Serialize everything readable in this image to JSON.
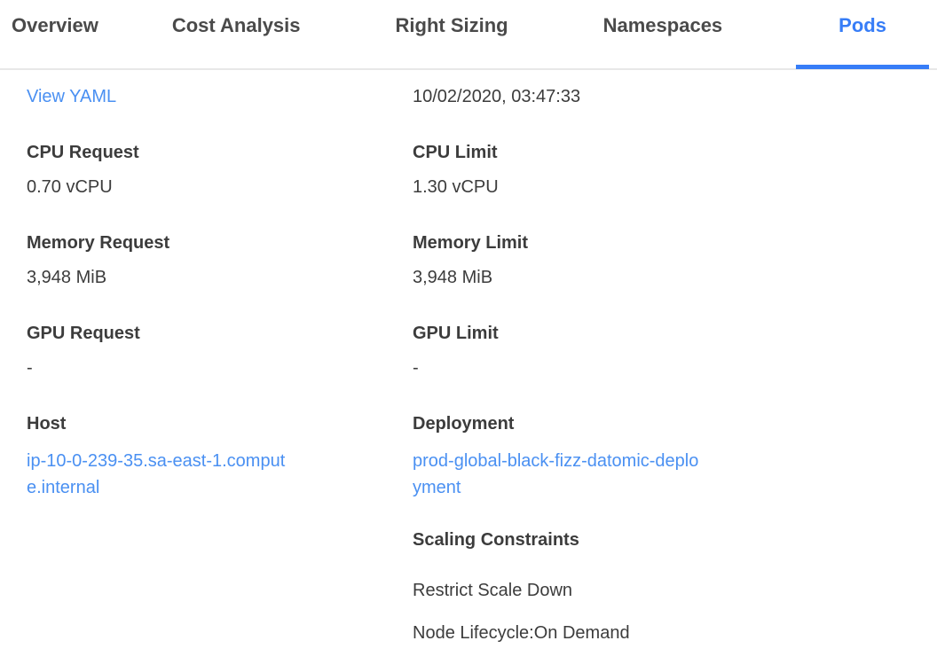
{
  "tabs": [
    {
      "label": "Overview",
      "active": false
    },
    {
      "label": "Cost Analysis",
      "active": false
    },
    {
      "label": "Right Sizing",
      "active": false
    },
    {
      "label": "Namespaces",
      "active": false
    },
    {
      "label": "Pods",
      "active": true
    }
  ],
  "panel": {
    "view_yaml_label": "View YAML",
    "timestamp": "10/02/2020, 03:47:33",
    "left_fields": [
      {
        "label": "CPU Request",
        "value": "0.70 vCPU"
      },
      {
        "label": "Memory Request",
        "value": "3,948 MiB"
      },
      {
        "label": "GPU Request",
        "value": "-"
      },
      {
        "label": "Host",
        "value": "ip-10-0-239-35.sa-east-1.compute.internal",
        "type": "link"
      }
    ],
    "right_fields": [
      {
        "label": "CPU Limit",
        "value": "1.30 vCPU"
      },
      {
        "label": "Memory Limit",
        "value": "3,948 MiB"
      },
      {
        "label": "GPU Limit",
        "value": "-"
      },
      {
        "label": "Deployment",
        "value": "prod-global-black-fizz-datomic-deployment",
        "type": "link"
      }
    ],
    "scaling_constraints": {
      "label": "Scaling Constraints",
      "items": [
        "Restrict Scale Down",
        "Node Lifecycle:On Demand"
      ]
    }
  },
  "colors": {
    "accent": "#377df7",
    "link": "#4a90f2",
    "text": "#3c3c3c",
    "tab-inactive": "#4a4a4a",
    "border": "#e8e8e8"
  }
}
